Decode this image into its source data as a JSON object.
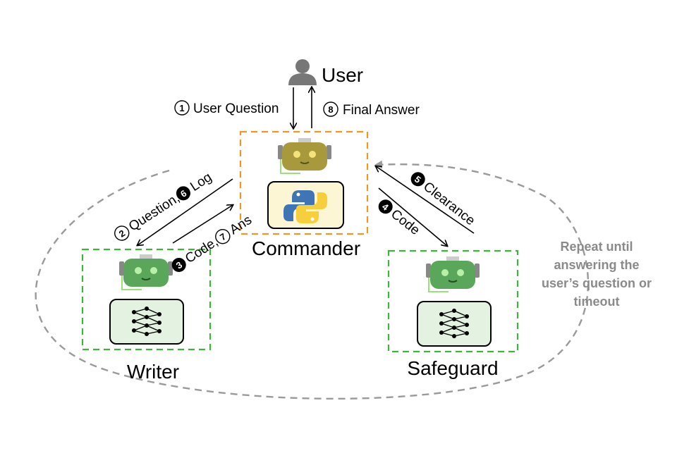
{
  "user": {
    "label": "User"
  },
  "steps": {
    "s1": {
      "num": "1",
      "text": "User Question"
    },
    "s8": {
      "num": "8",
      "text": "Final Answer"
    },
    "s2": {
      "num": "2",
      "text": "Question,"
    },
    "s6": {
      "num": "6",
      "text": "Log"
    },
    "s3": {
      "num": "3",
      "text": "Code,"
    },
    "s7": {
      "num": "7",
      "text": "Ans"
    },
    "s4": {
      "num": "4",
      "text": "Code"
    },
    "s5": {
      "num": "5",
      "text": "Clearance"
    }
  },
  "agents": {
    "commander": {
      "label": "Commander",
      "icon": "python-logo-icon",
      "color": "#e69b22"
    },
    "writer": {
      "label": "Writer",
      "icon": "neural-network-icon",
      "color": "#3db43d"
    },
    "safeguard": {
      "label": "Safeguard",
      "icon": "neural-network-icon",
      "color": "#3db43d"
    }
  },
  "loop_note": [
    "Repeat until",
    "answering the",
    "user’s question or",
    "timeout"
  ]
}
